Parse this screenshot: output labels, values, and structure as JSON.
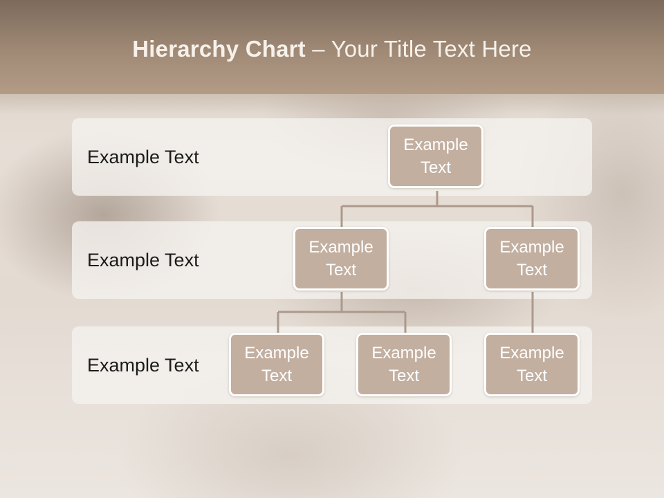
{
  "title": {
    "bold": "Hierarchy Chart",
    "rest": " – Your Title Text Here"
  },
  "bands": [
    {
      "label": "Example Text"
    },
    {
      "label": "Example Text"
    },
    {
      "label": "Example Text"
    }
  ],
  "nodes": [
    {
      "line1": "Example",
      "line2": "Text"
    },
    {
      "line1": "Example",
      "line2": "Text"
    },
    {
      "line1": "Example",
      "line2": "Text"
    },
    {
      "line1": "Example",
      "line2": "Text"
    },
    {
      "line1": "Example",
      "line2": "Text"
    },
    {
      "line1": "Example",
      "line2": "Text"
    }
  ],
  "colors": {
    "header": "#a08a76",
    "node_fill": "#c2afa0",
    "connector": "#ab9a8c",
    "band": "#f5f2ee"
  }
}
